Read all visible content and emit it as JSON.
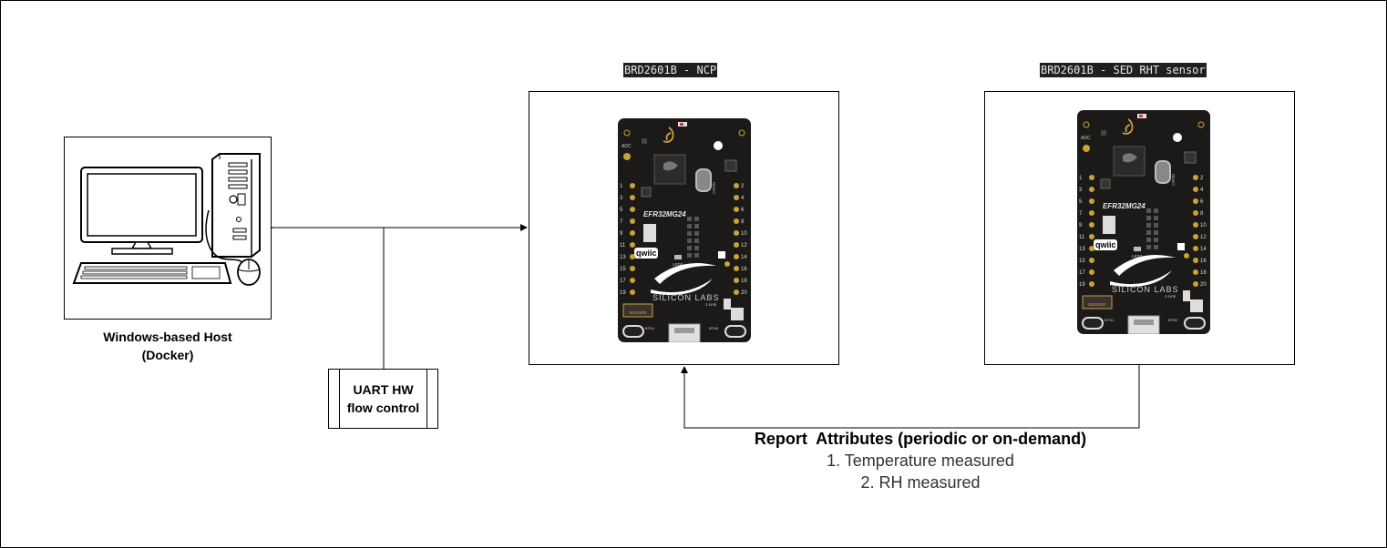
{
  "host": {
    "label_line1": "Windows-based Host",
    "label_line2": "(Docker)"
  },
  "uart": {
    "line1": "UART HW",
    "line2": "flow control"
  },
  "ncp": {
    "title": "BRD2601B - NCP"
  },
  "sed": {
    "title": "BRD2601B - SED RHT sensor"
  },
  "report": {
    "title": "Report  Attributes (periodic or on-demand)",
    "item1": "1. Temperature measured",
    "item2": "2. RH measured"
  },
  "board": {
    "chip_label": "EFR32MG24",
    "brand_label": "SILICON LABS",
    "qwiic_label": "qwiic",
    "adc_label": "ADC",
    "reset_label": "RESET",
    "led_label": "LED0",
    "jlink_label": "J-Link",
    "btn0_label": "BTN0",
    "btn1_label": "BTN1",
    "segger_label": "SEGGER",
    "left_pins": [
      "1",
      "3",
      "5",
      "7",
      "9",
      "11",
      "13",
      "15",
      "17",
      "19"
    ],
    "right_pins": [
      "2",
      "4",
      "6",
      "8",
      "10",
      "12",
      "14",
      "16",
      "18",
      "20"
    ]
  },
  "colors": {
    "board": "#1c1a18",
    "pad": "#c9a23a",
    "line": "#000000"
  }
}
